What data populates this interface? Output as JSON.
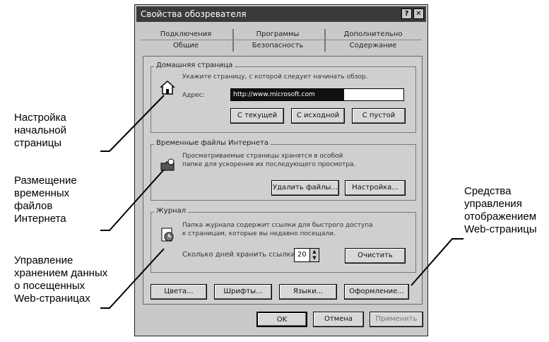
{
  "dialog": {
    "title": "Свойства обозревателя",
    "help_button": "?",
    "close_button": "✕"
  },
  "tabs": {
    "top_row": [
      "Подключения",
      "Программы",
      "Дополнительно"
    ],
    "bottom_row": [
      "Общие",
      "Безопасность",
      "Содержание"
    ]
  },
  "home_page": {
    "title": "Домашняя страница",
    "description": "Укажите страницу, с которой следует начинать обзор.",
    "address_label": "Адрес:",
    "address_value": "http://www.microsoft.com",
    "buttons": [
      "С текущей",
      "С исходной",
      "С пустой"
    ]
  },
  "temp_files": {
    "title": "Временные файлы Интернета",
    "description_line1": "Просматриваемые страницы хранятся в особой",
    "description_line2": "папке для ускорения их последующего просмотра.",
    "buttons": [
      "Удалить файлы...",
      "Настройка..."
    ]
  },
  "history": {
    "title": "Журнал",
    "description_line1": "Папка журнала содержит ссылки для быстрого доступа",
    "description_line2": "к страницам, которые вы недавно посещали.",
    "days_label": "Сколько дней хранить ссылки:",
    "days_value": "20",
    "clear_button": "Очистить"
  },
  "bottom_buttons": [
    "Цвета...",
    "Шрифты...",
    "Языки...",
    "Оформление..."
  ],
  "dialog_buttons": [
    "OK",
    "Отмена",
    "Применить"
  ],
  "callouts": {
    "home_page": [
      "Настройка",
      "начальной",
      "страницы"
    ],
    "temp_files": [
      "Размещение",
      "временных",
      "файлов",
      "Интернета"
    ],
    "history": [
      "Управление",
      "хранением данных",
      "о посещенных",
      "Web-страницах"
    ],
    "appearance": [
      "Средства",
      "управления",
      "отображением",
      "Web-страницы"
    ]
  }
}
